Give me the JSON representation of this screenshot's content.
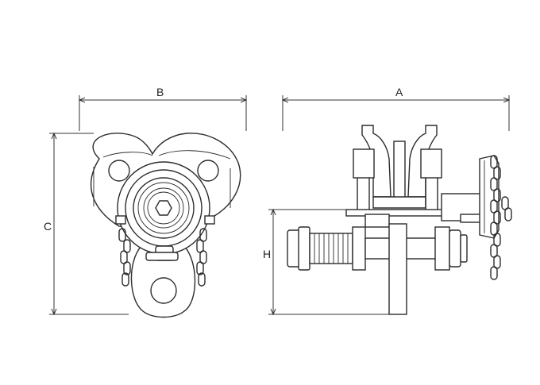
{
  "dimensions": {
    "a_label": "A",
    "b_label": "B",
    "c_label": "C",
    "h_label": "H"
  },
  "colors": {
    "line": "#2b2b2b",
    "background": "#ffffff"
  }
}
